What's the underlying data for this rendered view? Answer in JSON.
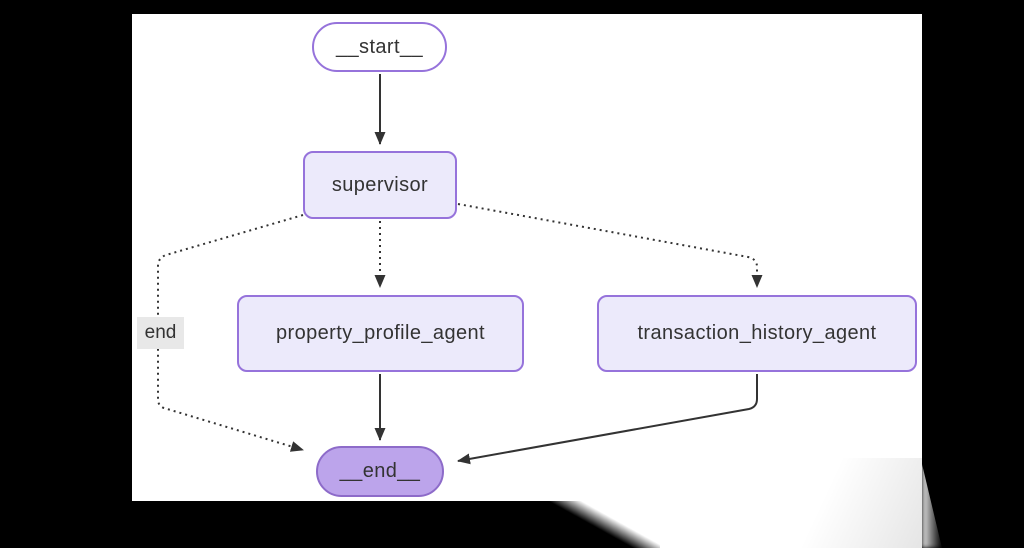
{
  "colors": {
    "frame": "#000000",
    "canvas": "#ffffff",
    "node_fill": "#eceafb",
    "node_border": "#9673db",
    "start_fill": "#ffffff",
    "end_fill": "#bca4eb",
    "end_border": "#8d6bc9",
    "edge": "#333333",
    "edge_label_bg": "#e8e8e8",
    "text": "#333333"
  },
  "diagram": {
    "type": "flowchart",
    "direction": "top-down",
    "nodes": [
      {
        "id": "start",
        "label": "__start__",
        "shape": "stadium"
      },
      {
        "id": "supervisor",
        "label": "supervisor",
        "shape": "rounded-rect"
      },
      {
        "id": "property_profile_agent",
        "label": "property_profile_agent",
        "shape": "rounded-rect"
      },
      {
        "id": "transaction_history_agent",
        "label": "transaction_history_agent",
        "shape": "rounded-rect"
      },
      {
        "id": "end",
        "label": "__end__",
        "shape": "stadium"
      }
    ],
    "edges": [
      {
        "from": "__start__",
        "to": "supervisor",
        "style": "solid",
        "label": ""
      },
      {
        "from": "supervisor",
        "to": "property_profile_agent",
        "style": "dotted",
        "label": ""
      },
      {
        "from": "supervisor",
        "to": "transaction_history_agent",
        "style": "dotted",
        "label": ""
      },
      {
        "from": "supervisor",
        "to": "__end__",
        "style": "dotted",
        "label": "end"
      },
      {
        "from": "property_profile_agent",
        "to": "__end__",
        "style": "solid",
        "label": ""
      },
      {
        "from": "transaction_history_agent",
        "to": "__end__",
        "style": "solid",
        "label": ""
      }
    ]
  }
}
